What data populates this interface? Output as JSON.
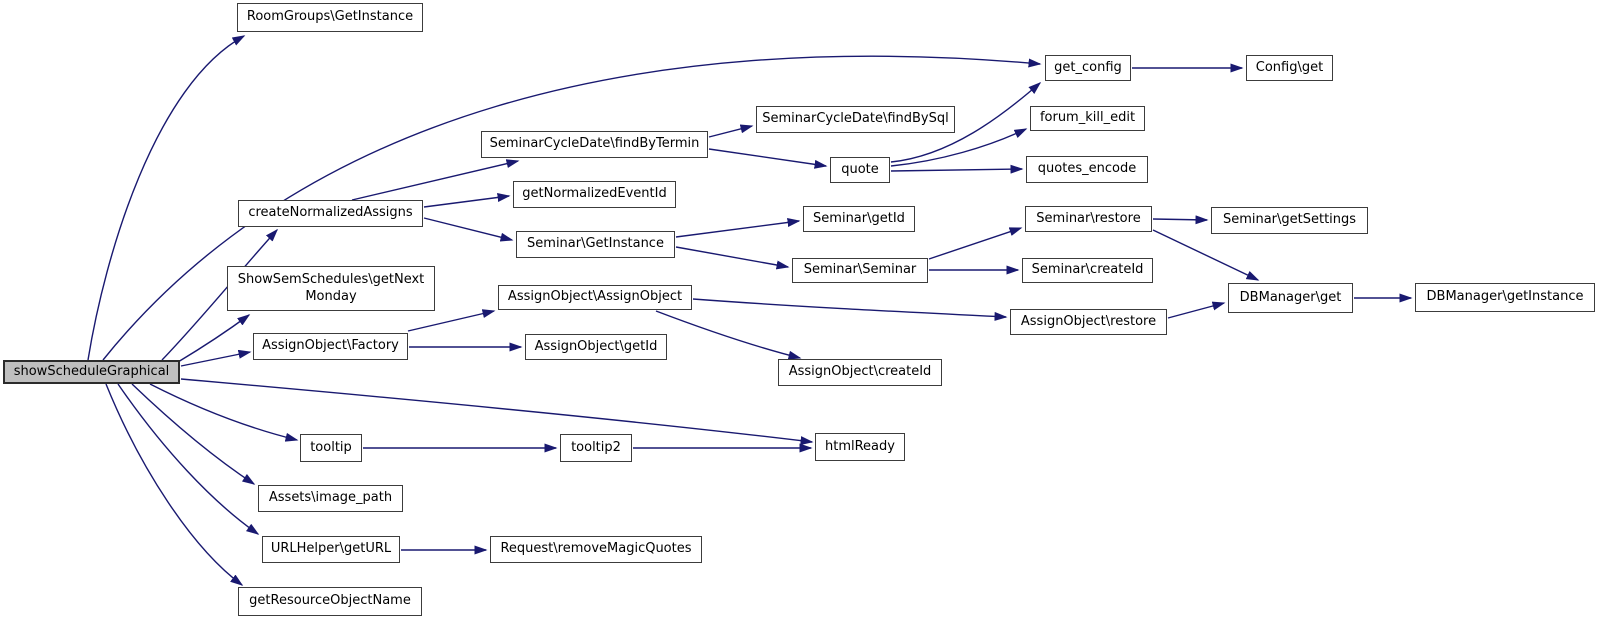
{
  "diagram": {
    "type": "call-graph",
    "root": "showScheduleGraphical",
    "edge_color": "#191970",
    "node_border_color": "#3c3c3c",
    "root_fill": "#bfbfbf",
    "nodes": {
      "show_schedule_graphical": {
        "label": "showScheduleGraphical"
      },
      "room_groups_get_instance": {
        "label": "RoomGroups\\GetInstance"
      },
      "get_config": {
        "label": "get_config"
      },
      "config_get": {
        "label": "Config\\get"
      },
      "seminar_cycle_date_find_by_sql": {
        "label": "SeminarCycleDate\\findBySql"
      },
      "forum_kill_edit": {
        "label": "forum_kill_edit"
      },
      "seminar_cycle_date_find_by_termin": {
        "label": "SeminarCycleDate\\findByTermin"
      },
      "quote": {
        "label": "quote"
      },
      "quotes_encode": {
        "label": "quotes_encode"
      },
      "get_normalized_event_id": {
        "label": "getNormalizedEventId"
      },
      "create_normalized_assigns": {
        "label": "createNormalizedAssigns"
      },
      "seminar_get_id": {
        "label": "Seminar\\getId"
      },
      "seminar_restore": {
        "label": "Seminar\\restore"
      },
      "seminar_get_settings": {
        "label": "Seminar\\getSettings"
      },
      "seminar_get_instance": {
        "label": "Seminar\\GetInstance"
      },
      "seminar_seminar": {
        "label": "Seminar\\Seminar"
      },
      "seminar_create_id": {
        "label": "Seminar\\createId"
      },
      "show_sem_schedules_get_next_monday": {
        "label": "ShowSemSchedules\\getNext Monday"
      },
      "assign_object_assign_object": {
        "label": "AssignObject\\AssignObject"
      },
      "dbmanager_get": {
        "label": "DBManager\\get"
      },
      "dbmanager_get_instance": {
        "label": "DBManager\\getInstance"
      },
      "assign_object_restore": {
        "label": "AssignObject\\restore"
      },
      "assign_object_factory": {
        "label": "AssignObject\\Factory"
      },
      "assign_object_get_id": {
        "label": "AssignObject\\getId"
      },
      "assign_object_create_id": {
        "label": "AssignObject\\createId"
      },
      "tooltip": {
        "label": "tooltip"
      },
      "tooltip2": {
        "label": "tooltip2"
      },
      "html_ready": {
        "label": "htmlReady"
      },
      "assets_image_path": {
        "label": "Assets\\image_path"
      },
      "url_helper_get_url": {
        "label": "URLHelper\\getURL"
      },
      "request_remove_magic_quotes": {
        "label": "Request\\removeMagicQuotes"
      },
      "get_resource_object_name": {
        "label": "getResourceObjectName"
      }
    },
    "edges": [
      {
        "from": "showScheduleGraphical",
        "to": "RoomGroups\\GetInstance"
      },
      {
        "from": "showScheduleGraphical",
        "to": "get_config"
      },
      {
        "from": "showScheduleGraphical",
        "to": "createNormalizedAssigns"
      },
      {
        "from": "showScheduleGraphical",
        "to": "ShowSemSchedules\\getNextMonday"
      },
      {
        "from": "showScheduleGraphical",
        "to": "AssignObject\\Factory"
      },
      {
        "from": "showScheduleGraphical",
        "to": "htmlReady"
      },
      {
        "from": "showScheduleGraphical",
        "to": "tooltip"
      },
      {
        "from": "showScheduleGraphical",
        "to": "Assets\\image_path"
      },
      {
        "from": "showScheduleGraphical",
        "to": "URLHelper\\getURL"
      },
      {
        "from": "showScheduleGraphical",
        "to": "getResourceObjectName"
      },
      {
        "from": "createNormalizedAssigns",
        "to": "SeminarCycleDate\\findByTermin"
      },
      {
        "from": "createNormalizedAssigns",
        "to": "getNormalizedEventId"
      },
      {
        "from": "createNormalizedAssigns",
        "to": "Seminar\\GetInstance"
      },
      {
        "from": "SeminarCycleDate\\findByTermin",
        "to": "SeminarCycleDate\\findBySql"
      },
      {
        "from": "SeminarCycleDate\\findByTermin",
        "to": "quote"
      },
      {
        "from": "quote",
        "to": "get_config"
      },
      {
        "from": "quote",
        "to": "forum_kill_edit"
      },
      {
        "from": "quote",
        "to": "quotes_encode"
      },
      {
        "from": "get_config",
        "to": "Config\\get"
      },
      {
        "from": "Seminar\\GetInstance",
        "to": "Seminar\\getId"
      },
      {
        "from": "Seminar\\GetInstance",
        "to": "Seminar\\Seminar"
      },
      {
        "from": "Seminar\\Seminar",
        "to": "Seminar\\restore"
      },
      {
        "from": "Seminar\\Seminar",
        "to": "Seminar\\createId"
      },
      {
        "from": "Seminar\\restore",
        "to": "Seminar\\getSettings"
      },
      {
        "from": "Seminar\\restore",
        "to": "DBManager\\get"
      },
      {
        "from": "DBManager\\get",
        "to": "DBManager\\getInstance"
      },
      {
        "from": "AssignObject\\Factory",
        "to": "AssignObject\\AssignObject"
      },
      {
        "from": "AssignObject\\Factory",
        "to": "AssignObject\\getId"
      },
      {
        "from": "AssignObject\\AssignObject",
        "to": "AssignObject\\restore"
      },
      {
        "from": "AssignObject\\AssignObject",
        "to": "AssignObject\\createId"
      },
      {
        "from": "AssignObject\\restore",
        "to": "DBManager\\get"
      },
      {
        "from": "tooltip",
        "to": "tooltip2"
      },
      {
        "from": "tooltip2",
        "to": "htmlReady"
      },
      {
        "from": "URLHelper\\getURL",
        "to": "Request\\removeMagicQuotes"
      }
    ]
  }
}
